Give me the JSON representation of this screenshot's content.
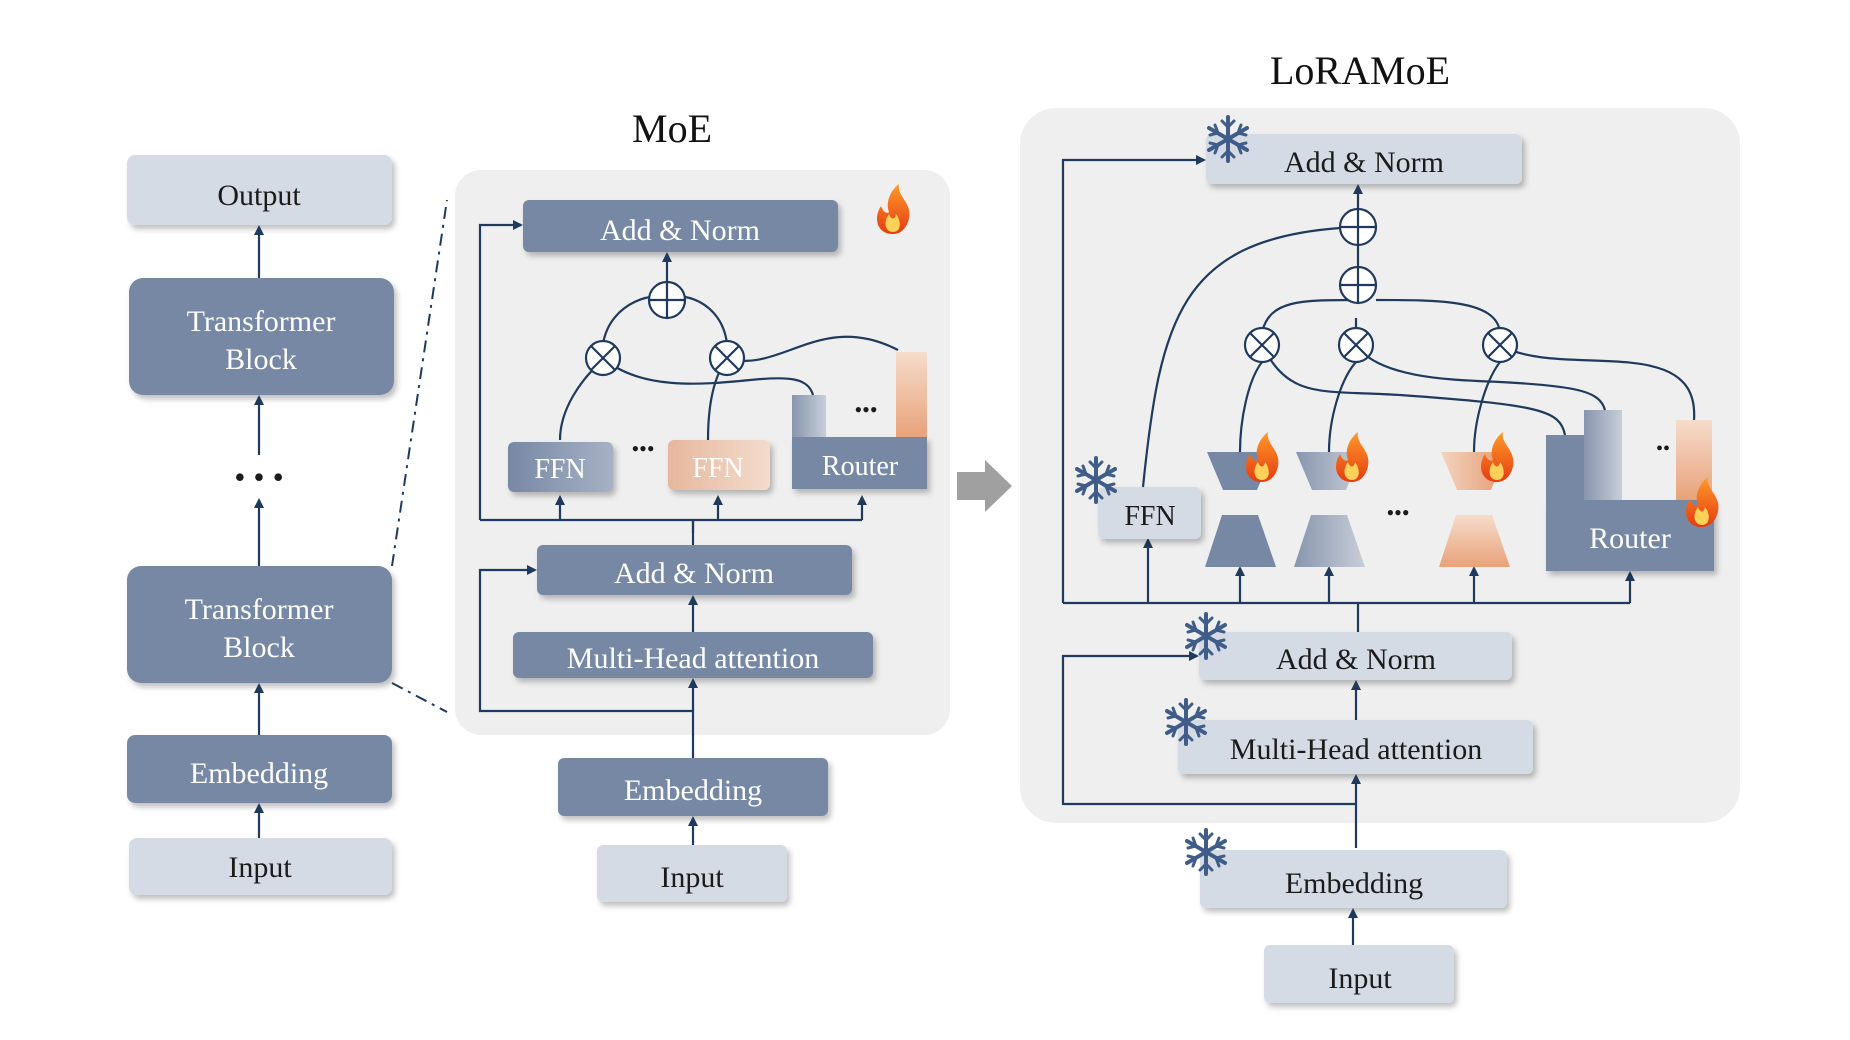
{
  "left": {
    "output": "Output",
    "block_top": [
      "Transformer",
      "Block"
    ],
    "ellipsis": "• • •",
    "block_bottom": [
      "Transformer",
      "Block"
    ],
    "embedding": "Embedding",
    "input": "Input"
  },
  "moe": {
    "title": "MoE",
    "add_norm_top": "Add & Norm",
    "ffn_1": "FFN",
    "ffn_dots": "•••",
    "ffn_2": "FFN",
    "router_dots": "•••",
    "router": "Router",
    "add_norm_bottom": "Add & Norm",
    "attention": "Multi-Head attention",
    "embedding": "Embedding",
    "input": "Input"
  },
  "loramoe": {
    "title": "LoRAMoE",
    "add_norm_top": "Add & Norm",
    "ffn": "FFN",
    "expert_dots": "•••",
    "router_dots": "••",
    "router": "Router",
    "add_norm_bottom": "Add & Norm",
    "attention": "Multi-Head attention",
    "embedding": "Embedding",
    "input": "Input"
  },
  "icons": {
    "trainable": "fire-icon",
    "frozen": "snowflake-icon"
  },
  "colors": {
    "dark_block": "#7788a5",
    "light_block": "#d5dbe4",
    "line": "#1f3a5c",
    "panel": "#efefef",
    "expert_warm": "#e8a880",
    "arrow": "#a0a0a0"
  }
}
